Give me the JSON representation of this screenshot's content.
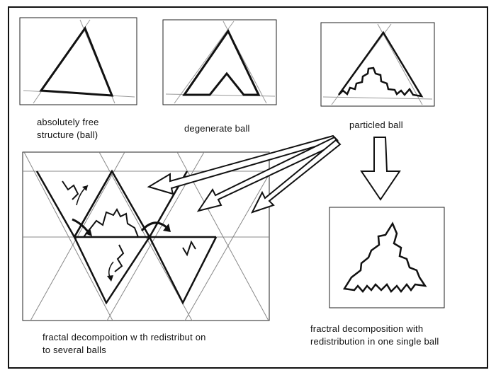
{
  "captions": {
    "free_ball_line1": "absolutely  free",
    "free_ball_line2": "structure (ball)",
    "degenerate_ball": "degenerate ball",
    "particled_ball": "particled ball",
    "decomposition_several_line1": "fractal decompoition w th redistribut on",
    "decomposition_several_line2": "to several balls",
    "decomposition_single_line1": "fractral decomposition with",
    "decomposition_single_line2": "redistribution in one single ball"
  },
  "colors": {
    "ink": "#111111",
    "construction_line": "#999999",
    "frame": "#222222",
    "background": "#ffffff"
  }
}
